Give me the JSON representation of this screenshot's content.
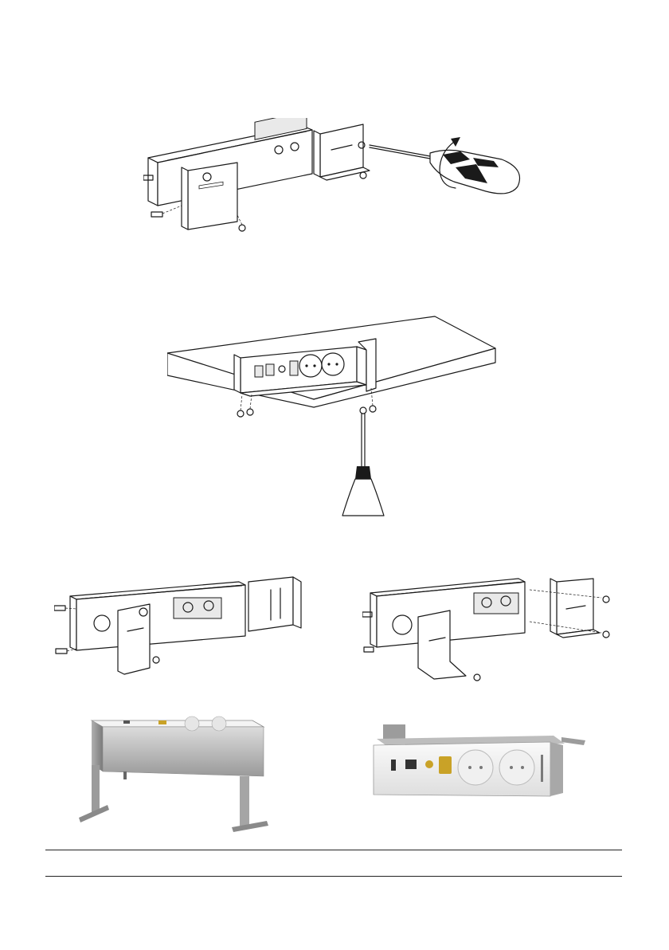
{
  "figures": [
    {
      "name": "step-remove-brackets"
    },
    {
      "name": "step-under-desk-mount"
    },
    {
      "name": "step-bracket-variant-a"
    },
    {
      "name": "step-bracket-variant-b"
    },
    {
      "name": "product-photo-vertical-mount"
    },
    {
      "name": "product-photo-horizontal-mount"
    }
  ],
  "footer": {
    "left_text": "",
    "right_text": ""
  }
}
